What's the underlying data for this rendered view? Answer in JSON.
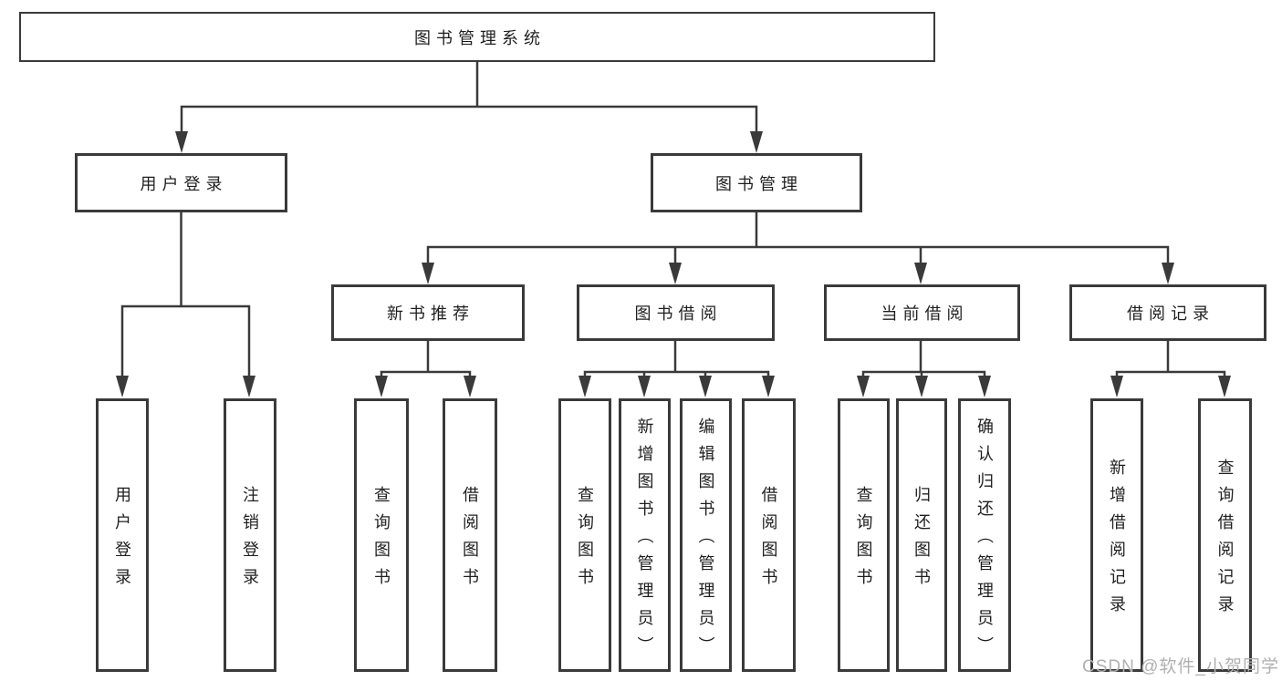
{
  "diagram": {
    "root": {
      "label": "图书管理系统"
    },
    "branches": [
      {
        "label": "用户登录",
        "children": [
          {
            "label": "用户登录"
          },
          {
            "label": "注销登录"
          }
        ]
      },
      {
        "label": "图书管理",
        "children": [
          {
            "label": "新书推荐",
            "children": [
              {
                "label": "查询图书"
              },
              {
                "label": "借阅图书"
              }
            ]
          },
          {
            "label": "图书借阅",
            "children": [
              {
                "label": "查询图书"
              },
              {
                "label": "新增图书（管理员）"
              },
              {
                "label": "编辑图书（管理员）"
              },
              {
                "label": "借阅图书"
              }
            ]
          },
          {
            "label": "当前借阅",
            "children": [
              {
                "label": "查询图书"
              },
              {
                "label": "归还图书"
              },
              {
                "label": "确认归还（管理员）"
              }
            ]
          },
          {
            "label": "借阅记录",
            "children": [
              {
                "label": "新增借阅记录"
              },
              {
                "label": "查询借阅记录"
              }
            ]
          }
        ]
      }
    ]
  },
  "watermark": {
    "text": "CSDN @软件_小贺同学"
  },
  "colors": {
    "line": "#3a3a3a",
    "box_border": "#3a3a3a",
    "text": "#1f1f1f",
    "watermark": "#b0b0b0",
    "background": "#ffffff"
  }
}
